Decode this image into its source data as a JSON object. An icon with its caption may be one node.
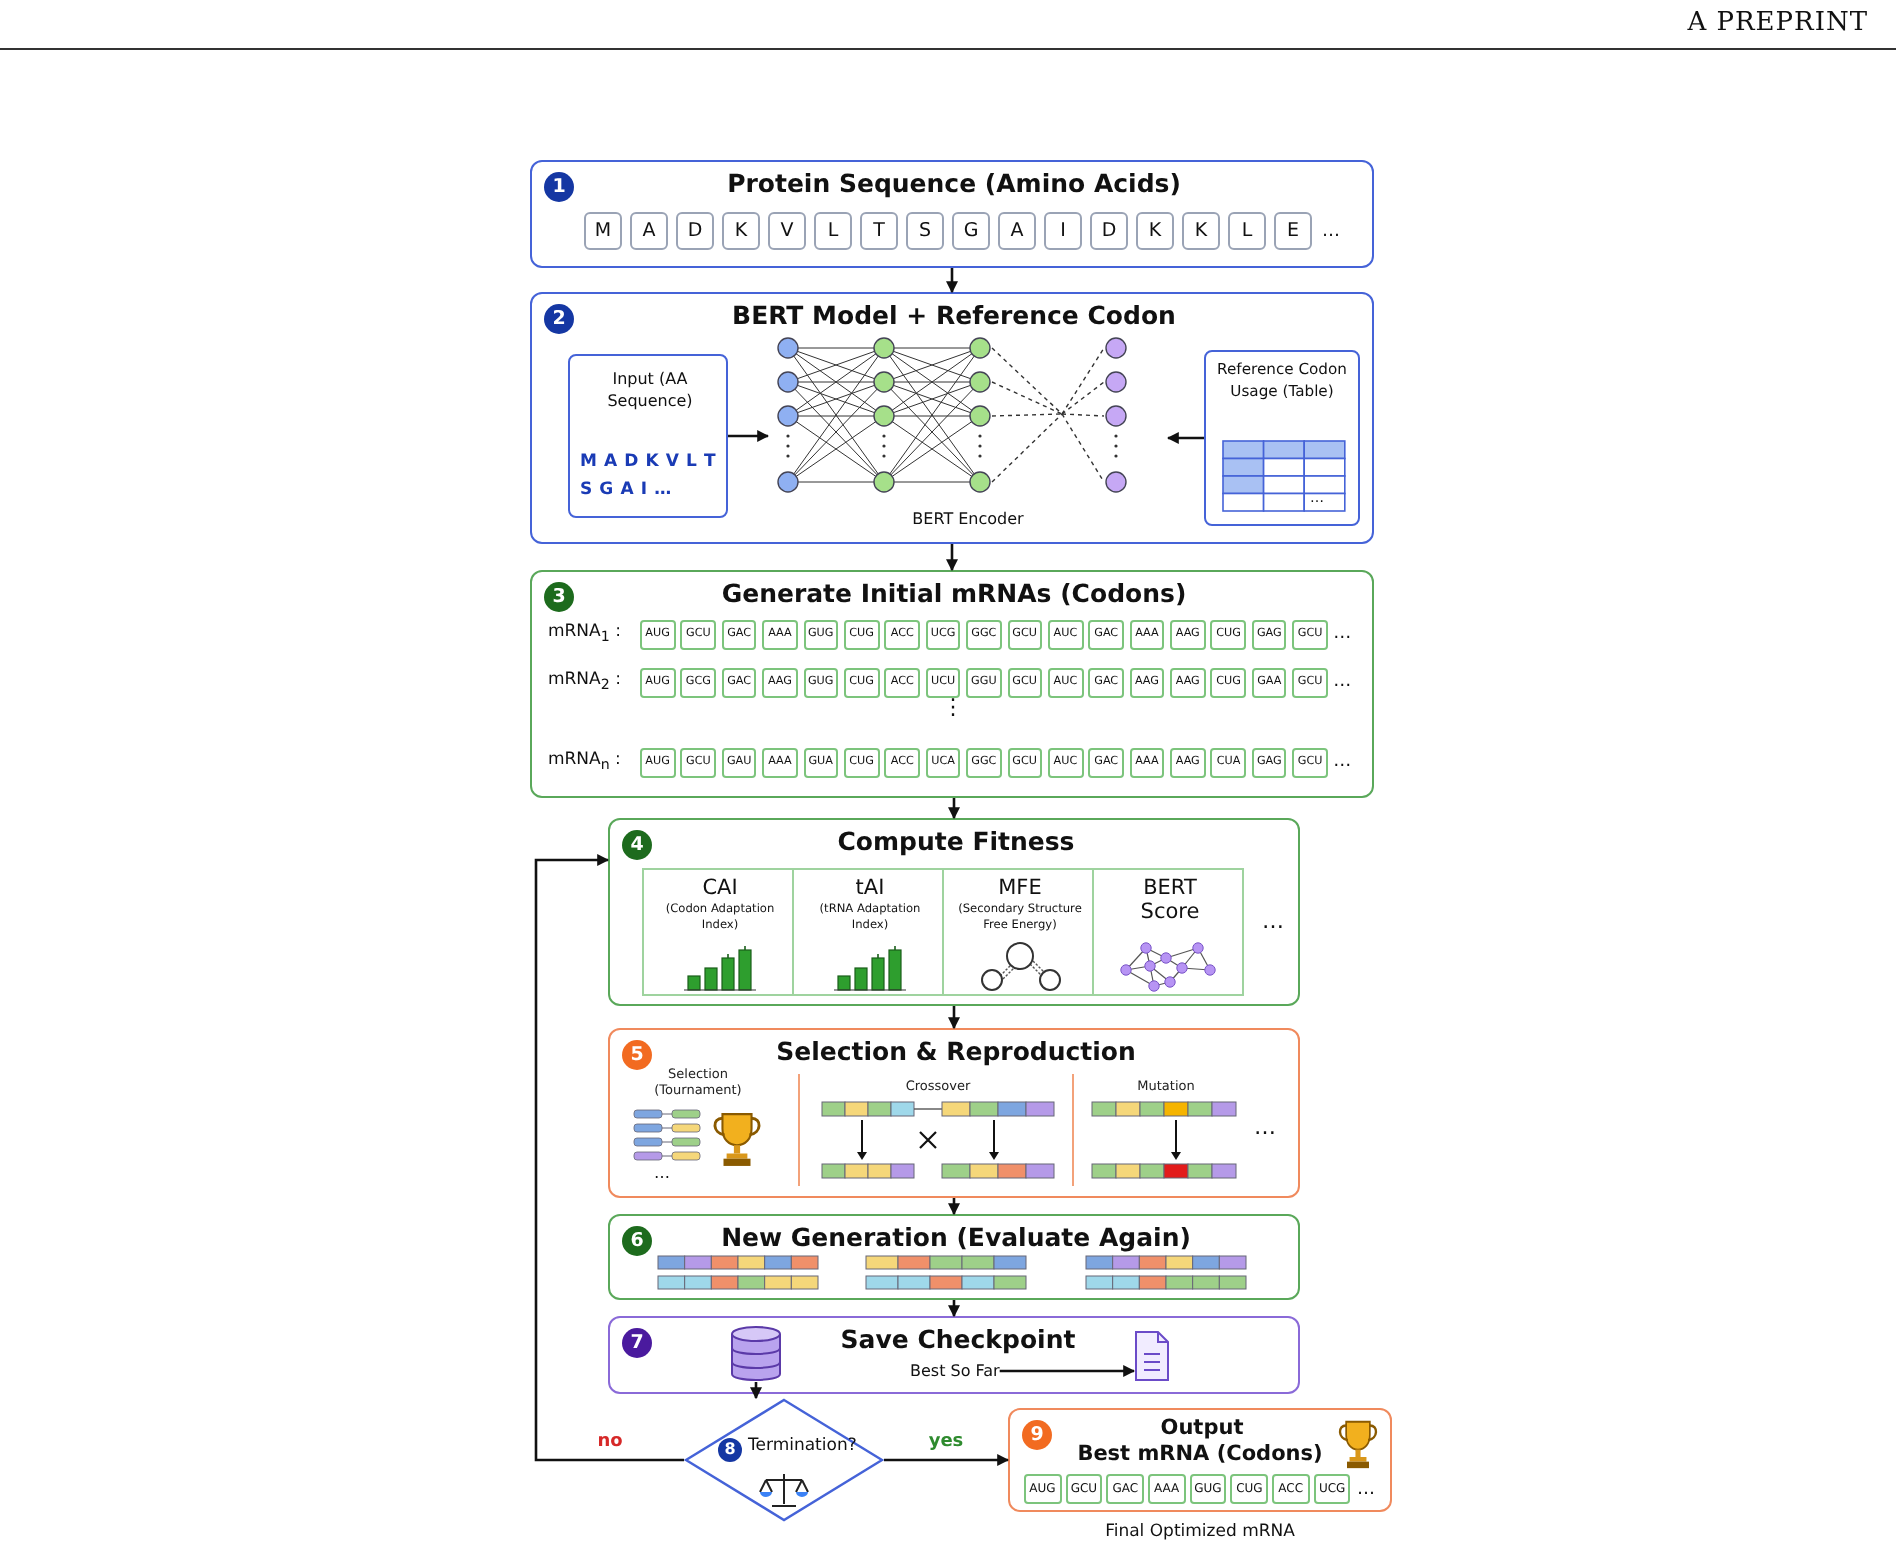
{
  "diagram": {
    "nodes": [
      {
        "text": [
          "1",
          "Protein Sequence (Amino Acids)",
          "M",
          "A",
          "D",
          "K",
          "V",
          "L",
          "T",
          "S",
          "G",
          "A",
          "I",
          "D",
          "K",
          "K",
          "L",
          "E",
          "…"
        ]
      },
      {
        "text": [
          "2",
          "BERT Model + Reference Codon"
        ]
      },
      {
        "text": [
          "Input (AA Sequence)",
          "M A D K V L T S G A I …"
        ],
        "in": 1
      },
      {
        "text": [
          "BERT Encoder"
        ],
        "in": 1
      },
      {
        "text": [
          "Reference Codon Usage (Table)",
          "…"
        ],
        "in": 1
      },
      {
        "text": [
          "3",
          "Generate Initial mRNAs (Codons)",
          "⋮"
        ]
      },
      {
        "text": [
          "mRNA$_{1}$ :",
          "AUG",
          "GCU",
          "GAC",
          "AAA",
          "GUG",
          "CUG",
          "ACC",
          "UCG",
          "GGC",
          "GCU",
          "AUC",
          "GAC",
          "AAA",
          "AAG",
          "CUG",
          "GAG",
          "GCU",
          "…"
        ],
        "in": 5
      },
      {
        "text": [
          "mRNA$_{2}$ :",
          "AUG",
          "GCG",
          "GAC",
          "AAG",
          "GUG",
          "CUG",
          "ACC",
          "UCU",
          "GGU",
          "GCU",
          "AUC",
          "GAC",
          "AAG",
          "AAG",
          "CUG",
          "GAA",
          "GCU",
          "…"
        ],
        "in": 5
      },
      {
        "text": [
          "mRNA$_{n}$ :",
          "AUG",
          "GCU",
          "GAU",
          "AAA",
          "GUA",
          "CUG",
          "ACC",
          "UCA",
          "GGC",
          "GCU",
          "AUC",
          "GAC",
          "AAA",
          "AAG",
          "CUA",
          "GAG",
          "GCU",
          "…"
        ],
        "in": 5
      },
      {
        "text": [
          "4",
          "Compute Fitness",
          "…"
        ]
      },
      {
        "text": [
          "CAI",
          "(Codon Adaptation Index)"
        ],
        "in": 9
      },
      {
        "text": [
          "tAI",
          "(tRNA Adaptation Index)"
        ],
        "in": 9
      },
      {
        "text": [
          "MFE",
          "(Secondary Structure Free Energy)"
        ],
        "in": 9
      },
      {
        "text": [
          "BERT Score"
        ],
        "in": 9
      },
      {
        "text": [
          "5",
          "Selection & Reproduction",
          "Selection (Tournament)",
          "…",
          "Crossover",
          "Mutation",
          "…"
        ]
      },
      {
        "text": [
          "6",
          "New Generation (Evaluate Again)"
        ]
      },
      {
        "text": [
          "7",
          "Save Checkpoint"
        ]
      },
      {
        "text": [],
        "shape": "cylinder",
        "in": 16
      },
      {
        "text": [
          "Best So Far"
        ],
        "in": 16
      },
      {
        "text": [],
        "shape": "document",
        "in": 16
      },
      {
        "text": [
          "8",
          "Termination?"
        ]
      },
      {
        "text": [
          "9",
          "Output",
          "Best mRNA (Codons)",
          "AUG",
          "GCU",
          "GAC",
          "AAA",
          "GUG",
          "CUG",
          "ACC",
          "UCG",
          "…"
        ],
        "beside": [
          "Final Optimized mRNA"
        ]
      }
    ],
    "edges": [
      {
        "from": 0,
        "to": 1,
        "arrow": "to"
      },
      {
        "from": 2,
        "to": 3,
        "arrow": "to"
      },
      {
        "from": 4,
        "to": 3,
        "arrow": "to"
      },
      {
        "from": 1,
        "to": 5,
        "arrow": "to"
      },
      {
        "from": 5,
        "to": 9,
        "arrow": "to"
      },
      {
        "from": 9,
        "to": 14,
        "arrow": "to"
      },
      {
        "from": 14,
        "to": 15,
        "arrow": "to"
      },
      {
        "from": 15,
        "to": 16,
        "arrow": "to"
      },
      {
        "from": 17,
        "to": 20,
        "arrow": "to"
      },
      {
        "from": 18,
        "to": 19,
        "arrow": "to"
      },
      {
        "from": 20,
        "to": 21,
        "arrow": "to",
        "label": "yes"
      },
      {
        "from": 20,
        "to": 9,
        "arrow": "to",
        "label": "no"
      }
    ],
    "labels": [
      "A PREPRINT"
    ]
  }
}
